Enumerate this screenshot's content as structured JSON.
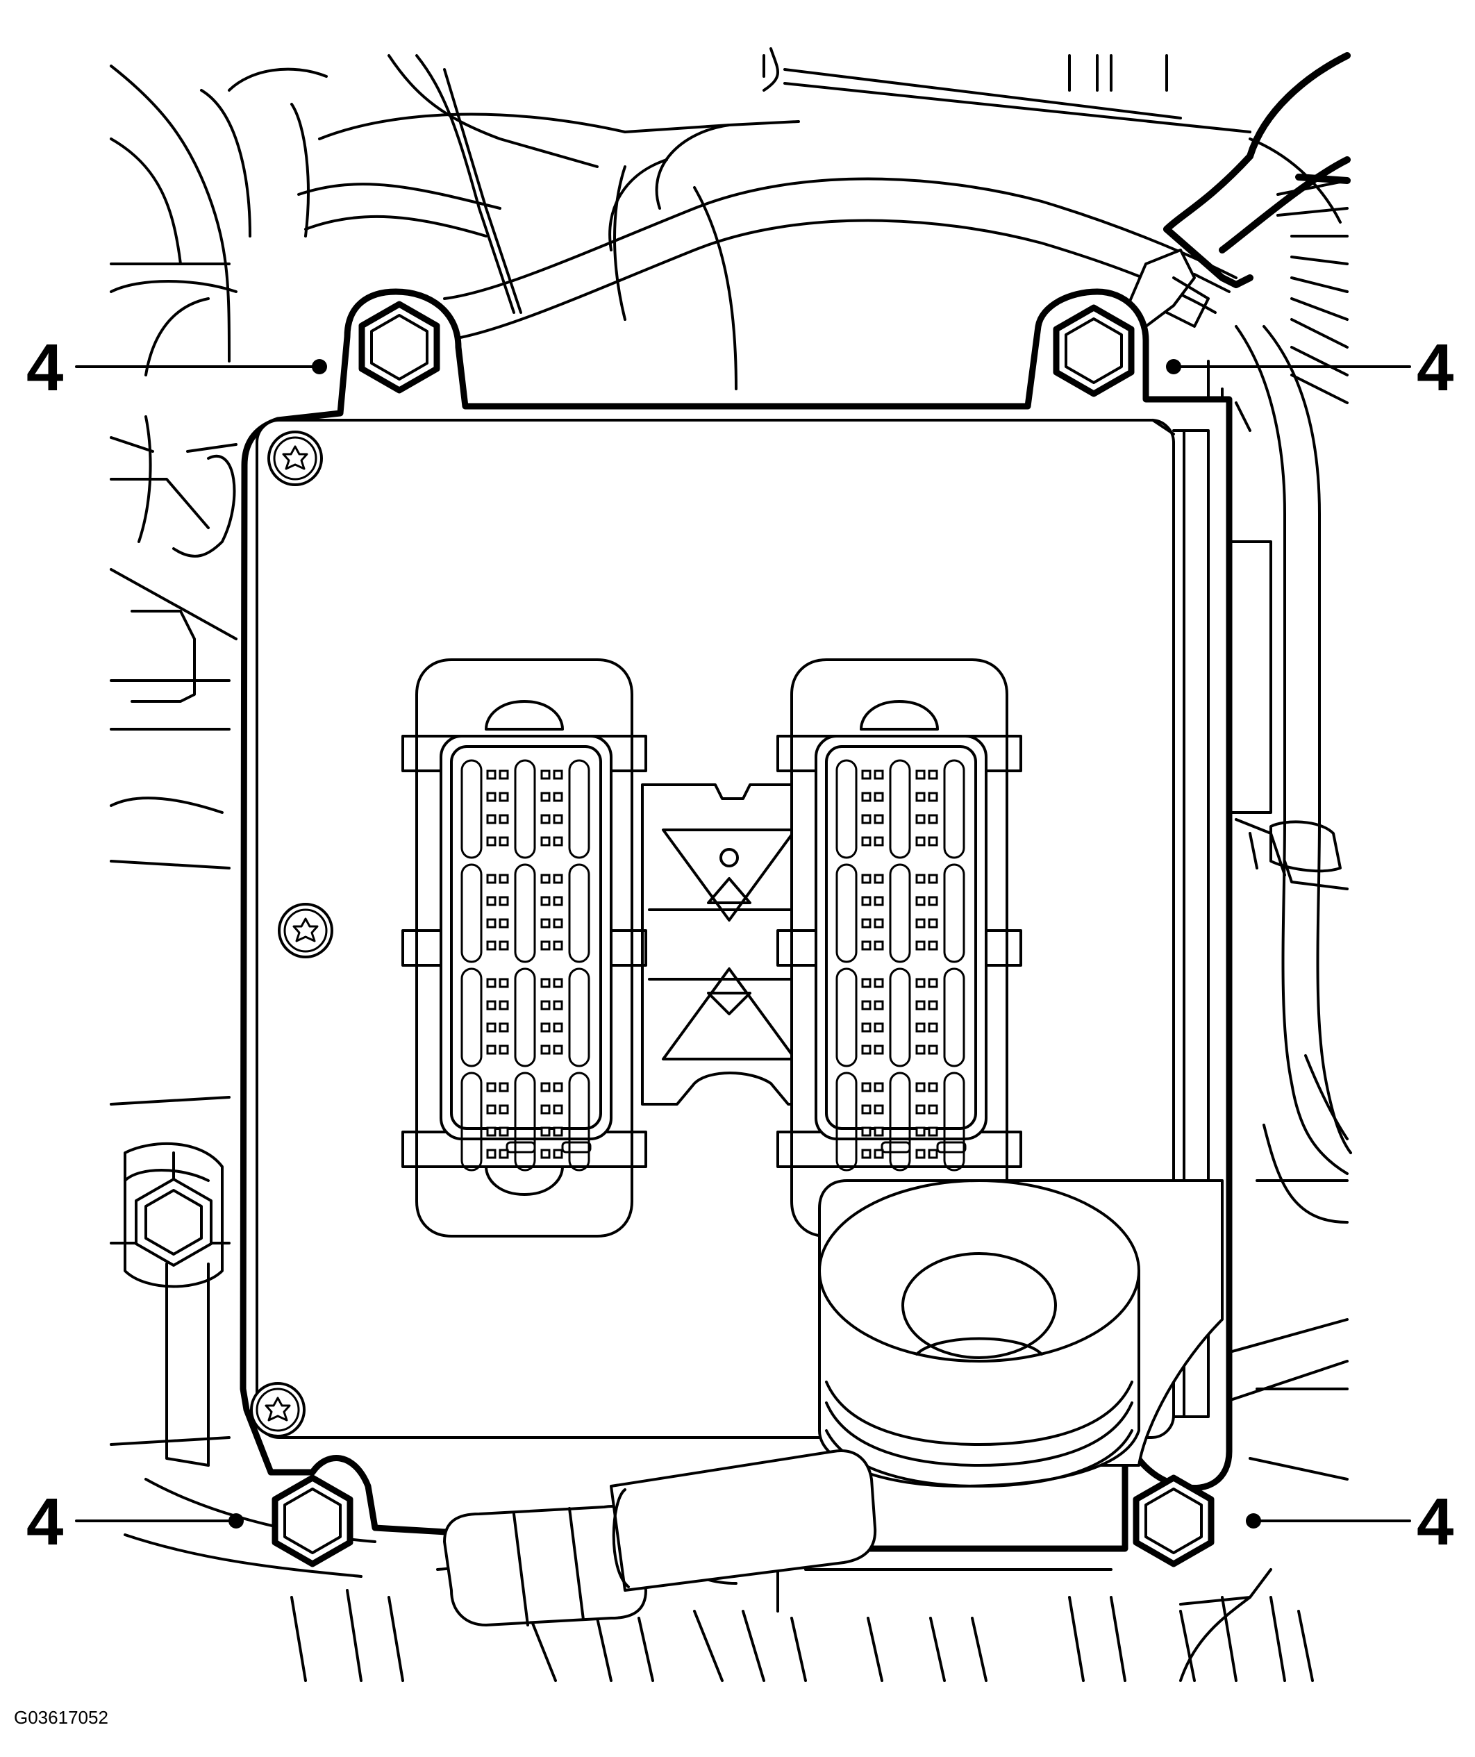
{
  "figure": {
    "code": "G03617052"
  },
  "callouts": [
    {
      "id": "top-left",
      "label": "4"
    },
    {
      "id": "top-right",
      "label": "4"
    },
    {
      "id": "bottom-left",
      "label": "4"
    },
    {
      "id": "bottom-right",
      "label": "4"
    }
  ]
}
